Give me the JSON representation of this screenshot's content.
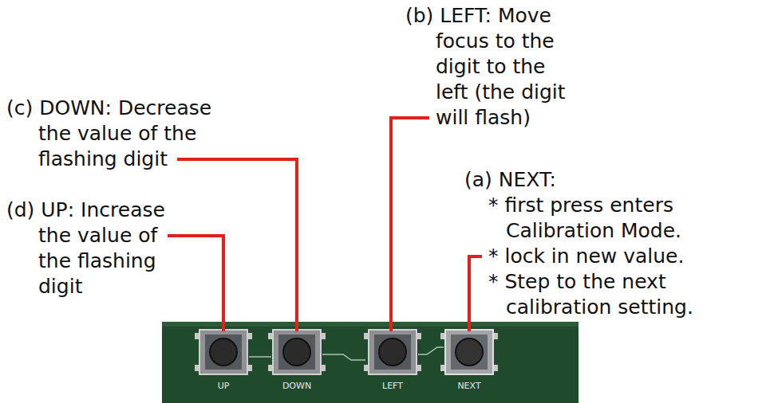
{
  "diagram": {
    "labels": [
      "(b) LEFT: Move focus to the digit to the left (the digit will flash)",
      "(c) DOWN: Decrease the value of the flashing digit",
      "(d) UP: Increase the value of the flashing digit",
      "(a) NEXT:",
      "* first press enters Calibration Mode.",
      "* lock in new value.",
      "* Step to the next calibration setting.",
      "UP",
      "DOWN",
      "LEFT",
      "NEXT"
    ]
  }
}
